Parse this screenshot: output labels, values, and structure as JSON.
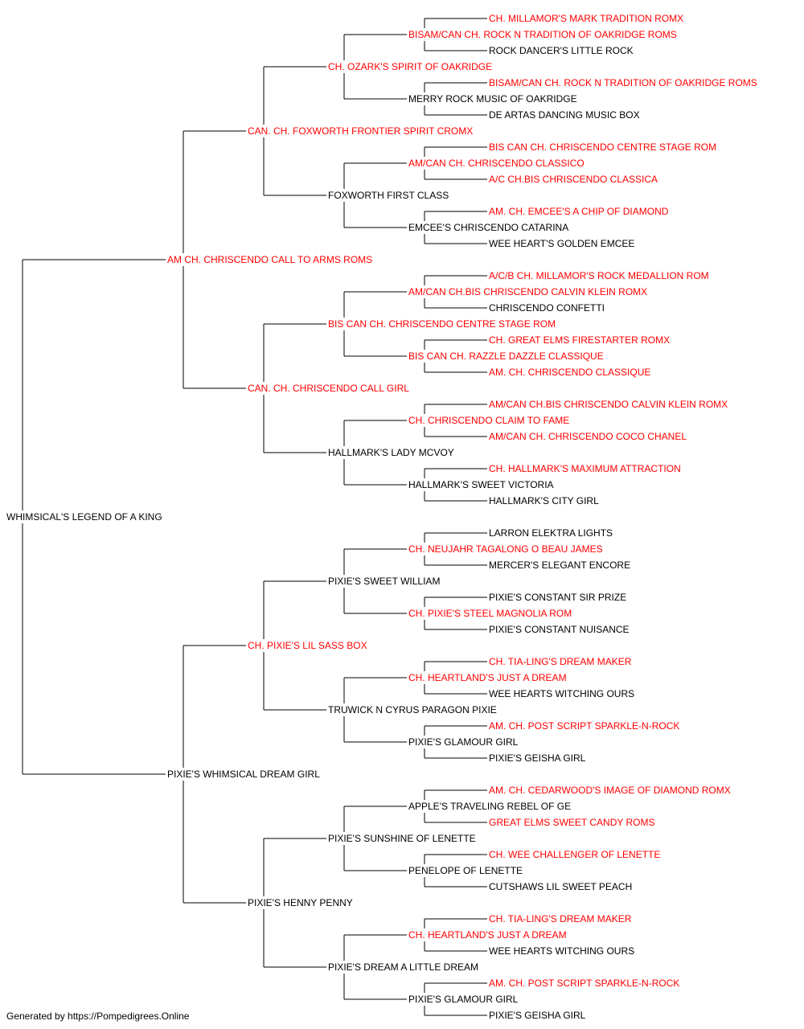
{
  "colors": {
    "champion": "#ff0000",
    "normal": "#000000",
    "line": "#000000"
  },
  "footer": "Generated by https://Pompedigrees.Online",
  "pedigree": {
    "name": "WHIMSICAL'S LEGEND OF A KING",
    "champion": false,
    "sire": {
      "name": "AM CH. CHRISCENDO CALL TO ARMS ROMS",
      "champion": true,
      "sire": {
        "name": "CAN. CH. FOXWORTH FRONTIER SPIRIT CROMX",
        "champion": true,
        "sire": {
          "name": "CH. OZARK'S SPIRIT OF OAKRIDGE",
          "champion": true,
          "sire": {
            "name": "BISAM/CAN CH. ROCK N TRADITION OF OAKRIDGE ROMS",
            "champion": true,
            "sire": {
              "name": "CH. MILLAMOR'S MARK TRADITION ROMX",
              "champion": true
            },
            "dam": {
              "name": "ROCK DANCER'S LITTLE ROCK",
              "champion": false
            }
          },
          "dam": {
            "name": "MERRY ROCK MUSIC OF OAKRIDGE",
            "champion": false,
            "sire": {
              "name": "BISAM/CAN CH. ROCK N TRADITION OF OAKRIDGE ROMS",
              "champion": true
            },
            "dam": {
              "name": "DE ARTAS DANCING MUSIC BOX",
              "champion": false
            }
          }
        },
        "dam": {
          "name": "FOXWORTH FIRST CLASS",
          "champion": false,
          "sire": {
            "name": "AM/CAN CH. CHRISCENDO CLASSICO",
            "champion": true,
            "sire": {
              "name": "BIS CAN CH. CHRISCENDO CENTRE STAGE ROM",
              "champion": true
            },
            "dam": {
              "name": "A/C CH.BIS CHRISCENDO CLASSICA",
              "champion": true
            }
          },
          "dam": {
            "name": "EMCEE'S CHRISCENDO CATARINA",
            "champion": false,
            "sire": {
              "name": "AM. CH. EMCEE'S A CHIP OF DIAMOND",
              "champion": true
            },
            "dam": {
              "name": "WEE HEART'S GOLDEN EMCEE",
              "champion": false
            }
          }
        }
      },
      "dam": {
        "name": "CAN. CH. CHRISCENDO CALL GIRL",
        "champion": true,
        "sire": {
          "name": "BIS CAN CH. CHRISCENDO CENTRE STAGE ROM",
          "champion": true,
          "sire": {
            "name": "AM/CAN CH.BIS CHRISCENDO CALVIN KLEIN ROMX",
            "champion": true,
            "sire": {
              "name": "A/C/B CH. MILLAMOR'S ROCK MEDALLION ROM",
              "champion": true
            },
            "dam": {
              "name": "CHRISCENDO CONFETTI",
              "champion": false
            }
          },
          "dam": {
            "name": "BIS CAN CH. RAZZLE DAZZLE CLASSIQUE",
            "champion": true,
            "sire": {
              "name": "CH. GREAT ELMS FIRESTARTER ROMX",
              "champion": true
            },
            "dam": {
              "name": "AM. CH. CHRISCENDO CLASSIQUE",
              "champion": true
            }
          }
        },
        "dam": {
          "name": "HALLMARK'S LADY MCVOY",
          "champion": false,
          "sire": {
            "name": "CH. CHRISCENDO CLAIM TO FAME",
            "champion": true,
            "sire": {
              "name": "AM/CAN CH.BIS CHRISCENDO CALVIN KLEIN ROMX",
              "champion": true
            },
            "dam": {
              "name": "AM/CAN CH. CHRISCENDO COCO CHANEL",
              "champion": true
            }
          },
          "dam": {
            "name": "HALLMARK'S SWEET VICTORIA",
            "champion": false,
            "sire": {
              "name": "CH. HALLMARK'S MAXIMUM ATTRACTION",
              "champion": true
            },
            "dam": {
              "name": "HALLMARK'S CITY GIRL",
              "champion": false
            }
          }
        }
      }
    },
    "dam": {
      "name": "PIXIE'S WHIMSICAL DREAM GIRL",
      "champion": false,
      "sire": {
        "name": "CH. PIXIE'S LIL SASS BOX",
        "champion": true,
        "sire": {
          "name": "PIXIE'S SWEET WILLIAM",
          "champion": false,
          "sire": {
            "name": "CH. NEUJAHR TAGALONG O BEAU JAMES",
            "champion": true,
            "sire": {
              "name": "LARRON ELEKTRA LIGHTS",
              "champion": false
            },
            "dam": {
              "name": "MERCER'S ELEGANT ENCORE",
              "champion": false
            }
          },
          "dam": {
            "name": "CH. PIXIE'S STEEL MAGNOLIA ROM",
            "champion": true,
            "sire": {
              "name": "PIXIE'S CONSTANT SIR PRIZE",
              "champion": false
            },
            "dam": {
              "name": "PIXIE'S CONSTANT NUISANCE",
              "champion": false
            }
          }
        },
        "dam": {
          "name": "TRUWICK N CYRUS PARAGON PIXIE",
          "champion": false,
          "sire": {
            "name": "CH. HEARTLAND'S JUST A DREAM",
            "champion": true,
            "sire": {
              "name": "CH. TIA-LING'S DREAM MAKER",
              "champion": true
            },
            "dam": {
              "name": "WEE HEARTS WITCHING OURS",
              "champion": false
            }
          },
          "dam": {
            "name": "PIXIE'S GLAMOUR GIRL",
            "champion": false,
            "sire": {
              "name": "AM. CH. POST SCRIPT SPARKLE-N-ROCK",
              "champion": true
            },
            "dam": {
              "name": "PIXIE'S GEISHA GIRL",
              "champion": false
            }
          }
        }
      },
      "dam": {
        "name": "PIXIE'S HENNY PENNY",
        "champion": false,
        "sire": {
          "name": "PIXIE'S SUNSHINE OF LENETTE",
          "champion": false,
          "sire": {
            "name": "APPLE'S TRAVELING REBEL OF GE",
            "champion": false,
            "sire": {
              "name": "AM. CH. CEDARWOOD'S IMAGE OF DIAMOND ROMX",
              "champion": true
            },
            "dam": {
              "name": "GREAT ELMS SWEET CANDY ROMS",
              "champion": true
            }
          },
          "dam": {
            "name": "PENELOPE OF LENETTE",
            "champion": false,
            "sire": {
              "name": "CH. WEE CHALLENGER OF LENETTE",
              "champion": true
            },
            "dam": {
              "name": "CUTSHAWS LIL SWEET PEACH",
              "champion": false
            }
          }
        },
        "dam": {
          "name": "PIXIE'S DREAM A LITTLE DREAM",
          "champion": false,
          "sire": {
            "name": "CH. HEARTLAND'S JUST A DREAM",
            "champion": true,
            "sire": {
              "name": "CH. TIA-LING'S DREAM MAKER",
              "champion": true
            },
            "dam": {
              "name": "WEE HEARTS WITCHING OURS",
              "champion": false
            }
          },
          "dam": {
            "name": "PIXIE'S GLAMOUR GIRL",
            "champion": false,
            "sire": {
              "name": "AM. CH. POST SCRIPT SPARKLE-N-ROCK",
              "champion": true
            },
            "dam": {
              "name": "PIXIE'S GEISHA GIRL",
              "champion": false
            }
          }
        }
      }
    }
  }
}
